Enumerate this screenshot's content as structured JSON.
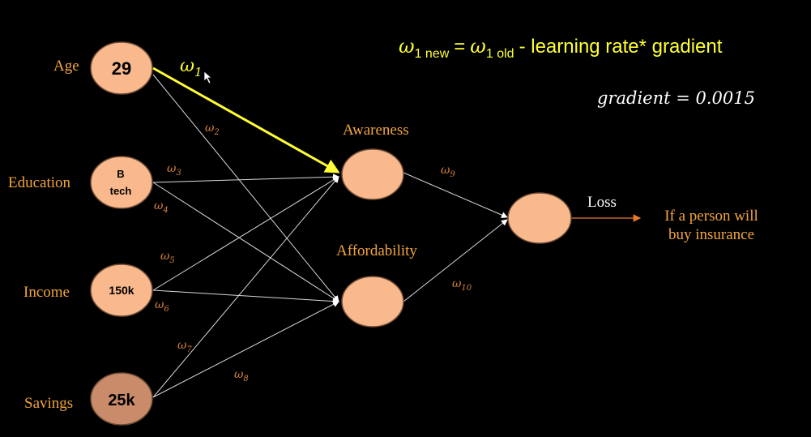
{
  "formula": {
    "w1_new_symbol": "ω",
    "w1_new_sub": "1 new",
    "equals": "=",
    "w1_old_symbol": "ω",
    "w1_old_sub": "1 old",
    "rest": "- learning rate* gradient"
  },
  "gradient_text": "gradient = 0.0015",
  "inputs": {
    "age_label": "Age",
    "age_value": "29",
    "education_label": "Education",
    "education_value_line1": "B",
    "education_value_line2": "tech",
    "income_label": "Income",
    "income_value": "150k",
    "savings_label": "Savings",
    "savings_value": "25k"
  },
  "hidden": {
    "awareness_label": "Awareness",
    "affordability_label": "Affordability"
  },
  "output": {
    "loss_label": "Loss",
    "result_line1": "If a person will",
    "result_line2": "buy insurance"
  },
  "weights": {
    "w_symbol": "ω",
    "w1": "1",
    "w2": "2",
    "w3": "3",
    "w4": "4",
    "w5": "5",
    "w6": "6",
    "w7": "7",
    "w8": "8",
    "w9": "9",
    "w10": "10"
  },
  "colors": {
    "background": "#000000",
    "node_fill": "#f9b98d",
    "label": "#f2a53c",
    "highlight": "#ffff33",
    "edge": "#d8d8d8"
  }
}
